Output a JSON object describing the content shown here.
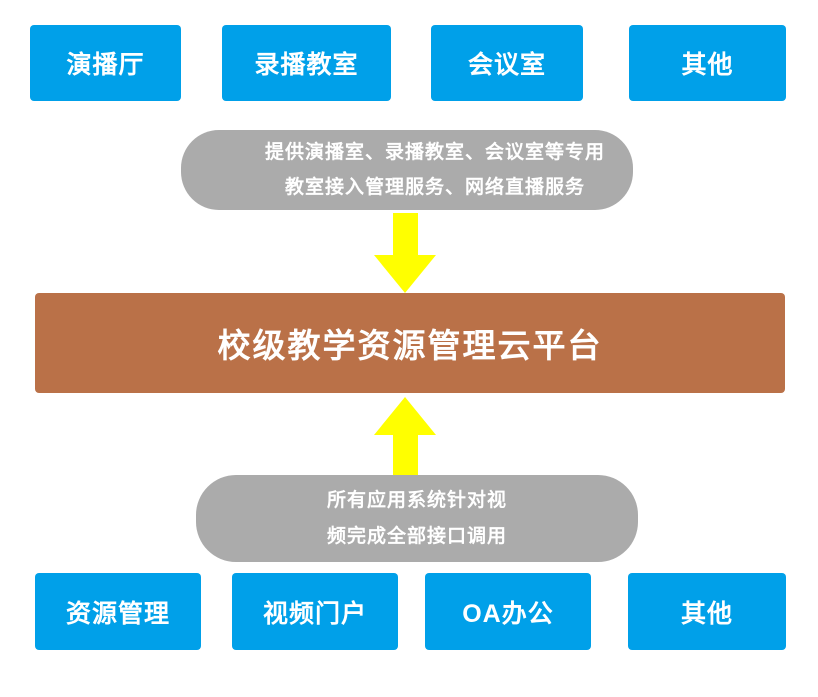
{
  "diagram": {
    "top_row": [
      {
        "label": "演播厅"
      },
      {
        "label": "录播教室"
      },
      {
        "label": "会议室"
      },
      {
        "label": "其他"
      }
    ],
    "top_note": {
      "line1": "提供演播室、录播教室、会议室等专用",
      "line2": "教室接入管理服务、网络直播服务"
    },
    "platform_label": "校级教学资源管理云平台",
    "bottom_note": {
      "line1": "所有应用系统针对视",
      "line2": "频完成全部接口调用"
    },
    "bottom_row": [
      {
        "label": "资源管理"
      },
      {
        "label": "视频门户"
      },
      {
        "label": "OA办公"
      },
      {
        "label": "其他"
      }
    ],
    "colors": {
      "box_blue": "#00A0E9",
      "note_gray": "#ABABAB",
      "platform_brown": "#BA7148",
      "arrow_yellow": "#FFFF00"
    }
  }
}
